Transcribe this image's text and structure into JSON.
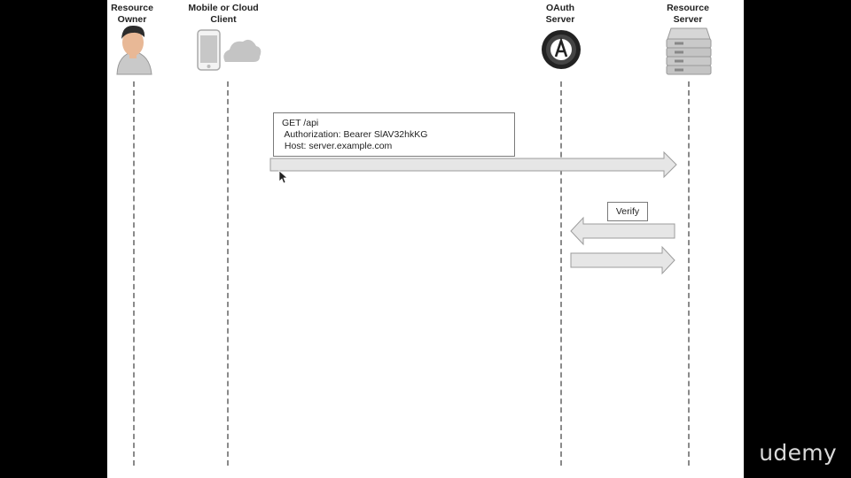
{
  "actors": [
    {
      "id": "resource-owner",
      "label_line1": "Resource",
      "label_line2": "Owner"
    },
    {
      "id": "client",
      "label_line1": "Mobile or Cloud",
      "label_line2": "Client"
    },
    {
      "id": "oauth-server",
      "label_line1": "OAuth",
      "label_line2": "Server"
    },
    {
      "id": "resource-server",
      "label_line1": "Resource",
      "label_line2": "Server"
    }
  ],
  "request": {
    "line1": "GET /api",
    "line2": " Authorization: Bearer SlAV32hkKG",
    "line3": " Host: server.example.com"
  },
  "verify_label": "Verify",
  "watermark": "udemy",
  "colors": {
    "arrow_fill": "#e6e6e6",
    "arrow_stroke": "#9c9c9c",
    "lifeline": "#8a8a8a",
    "frame": "#000000"
  },
  "icons": {
    "resource_owner": "person-icon",
    "client": "smartphone-icon",
    "client_cloud": "cloud-icon",
    "oauth_server": "oauth-logo-icon",
    "resource_server": "server-rack-icon"
  }
}
